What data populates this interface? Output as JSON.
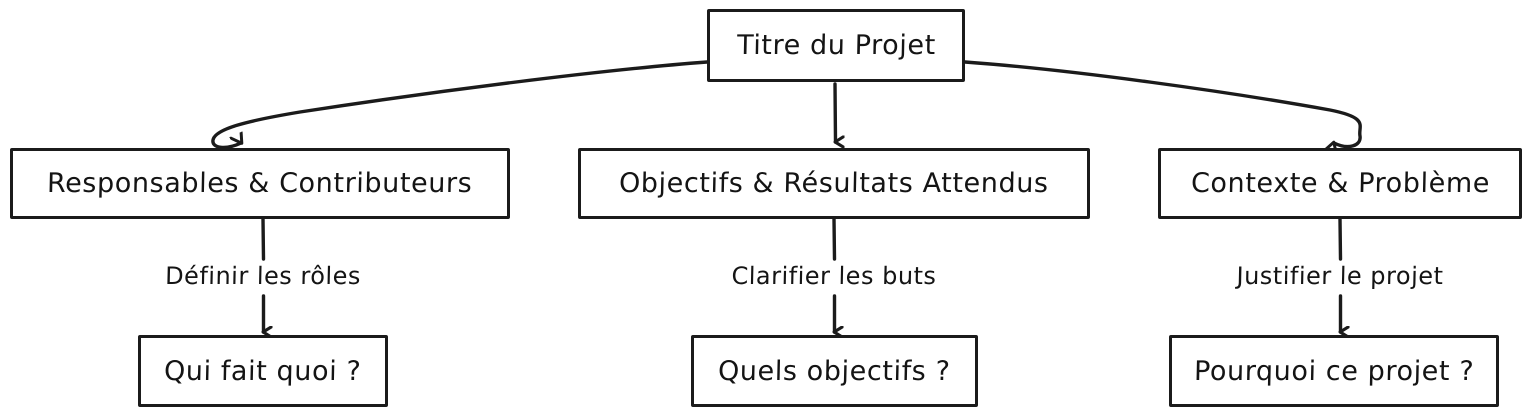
{
  "diagram": {
    "type": "flowchart",
    "direction": "top-down",
    "style": "hand-drawn",
    "background_color": "#ffffff",
    "stroke_color": "#1b1b1b",
    "text_color": "#141414",
    "root": {
      "id": "titre",
      "label": "Titre du Projet"
    },
    "branches": [
      {
        "id": "responsables",
        "label": "Responsables & Contributeurs",
        "edge_from_root": "curved-left",
        "edge_label": "Définir les rôles",
        "child": {
          "id": "qui-fait-quoi",
          "label": "Qui fait quoi ?"
        }
      },
      {
        "id": "objectifs",
        "label": "Objectifs & Résultats Attendus",
        "edge_from_root": "straight-down",
        "edge_label": "Clarifier les buts",
        "child": {
          "id": "quels-objectifs",
          "label": "Quels objectifs ?"
        }
      },
      {
        "id": "contexte",
        "label": "Contexte & Problème",
        "edge_from_root": "curved-right",
        "edge_label": "Justifier le projet",
        "child": {
          "id": "pourquoi-ce-projet",
          "label": "Pourquoi ce projet ?"
        }
      }
    ]
  }
}
